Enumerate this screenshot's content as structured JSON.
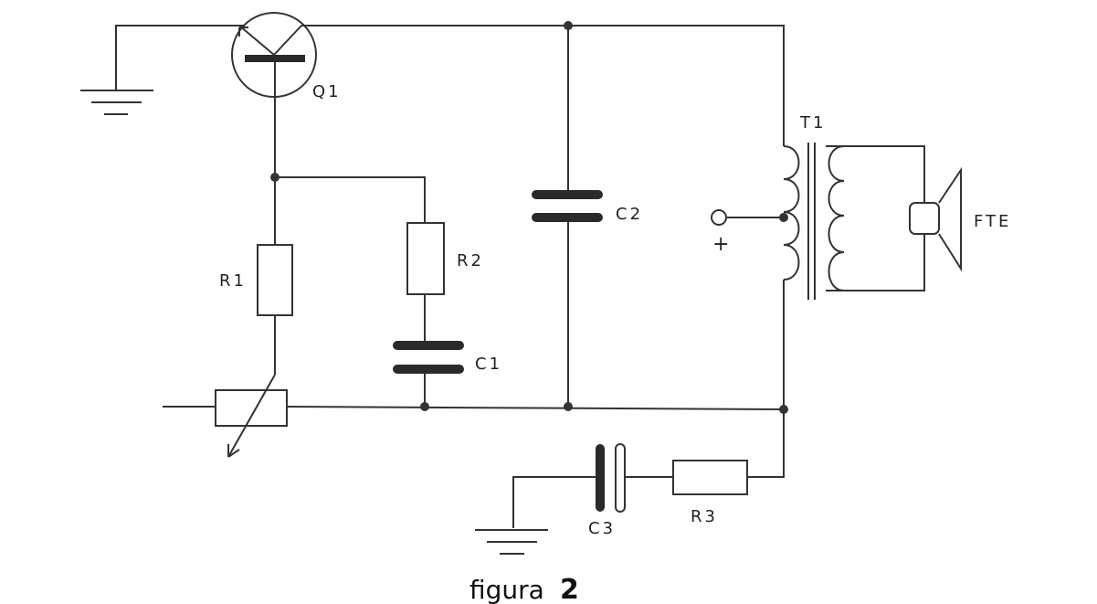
{
  "labels": {
    "q1": "Q1",
    "r1": "R1",
    "r2": "R2",
    "r3": "R3",
    "c1": "C1",
    "c2": "C2",
    "c3": "C3",
    "t1": "T1",
    "fte": "FTE",
    "plus": "+"
  },
  "caption": {
    "word": "figura",
    "number": "2"
  }
}
